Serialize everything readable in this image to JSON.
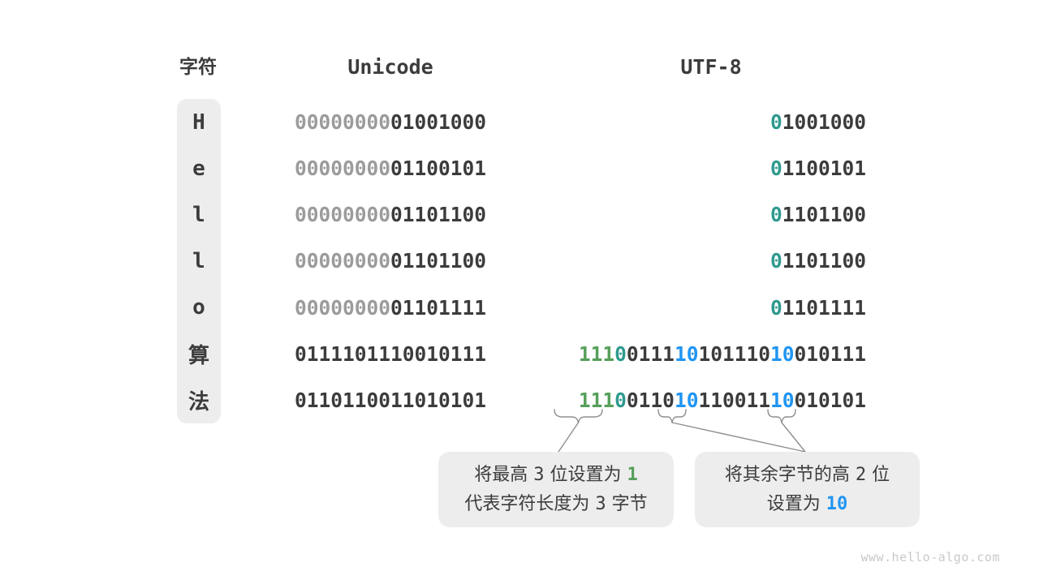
{
  "page": {
    "watermark": "www.hello-algo.com"
  },
  "colors": {
    "dark": "#3c3c3c",
    "muted": "#9b9b9b",
    "green": "#55a05a",
    "teal": "#2f9a8f",
    "blue": "#2095f2",
    "panel": "#ededed",
    "line": "#8f8f8f",
    "watermark": "#c9c9c9"
  },
  "header": {
    "char": "字符",
    "unicode": "Unicode",
    "utf8": "UTF-8"
  },
  "rows": [
    {
      "char": "H",
      "unicode": [
        {
          "t": "00000000",
          "c": "muted"
        },
        {
          "t": "01001000",
          "c": "dark"
        }
      ],
      "utf8": [
        [
          {
            "t": "0",
            "c": "teal"
          },
          {
            "t": "1001000",
            "c": "dark"
          }
        ]
      ]
    },
    {
      "char": "e",
      "unicode": [
        {
          "t": "00000000",
          "c": "muted"
        },
        {
          "t": "01100101",
          "c": "dark"
        }
      ],
      "utf8": [
        [
          {
            "t": "0",
            "c": "teal"
          },
          {
            "t": "1100101",
            "c": "dark"
          }
        ]
      ]
    },
    {
      "char": "l",
      "unicode": [
        {
          "t": "00000000",
          "c": "muted"
        },
        {
          "t": "01101100",
          "c": "dark"
        }
      ],
      "utf8": [
        [
          {
            "t": "0",
            "c": "teal"
          },
          {
            "t": "1101100",
            "c": "dark"
          }
        ]
      ]
    },
    {
      "char": "l",
      "unicode": [
        {
          "t": "00000000",
          "c": "muted"
        },
        {
          "t": "01101100",
          "c": "dark"
        }
      ],
      "utf8": [
        [
          {
            "t": "0",
            "c": "teal"
          },
          {
            "t": "1101100",
            "c": "dark"
          }
        ]
      ]
    },
    {
      "char": "o",
      "unicode": [
        {
          "t": "00000000",
          "c": "muted"
        },
        {
          "t": "01101111",
          "c": "dark"
        }
      ],
      "utf8": [
        [
          {
            "t": "0",
            "c": "teal"
          },
          {
            "t": "1101111",
            "c": "dark"
          }
        ]
      ]
    },
    {
      "char": "算",
      "unicode": [
        {
          "t": "01111011",
          "c": "dark"
        },
        {
          "t": "10010111",
          "c": "dark"
        }
      ],
      "utf8": [
        [
          {
            "t": "111",
            "c": "green"
          },
          {
            "t": "0",
            "c": "teal"
          },
          {
            "t": "0111",
            "c": "dark"
          }
        ],
        [
          {
            "t": "10",
            "c": "blue"
          },
          {
            "t": "101110",
            "c": "dark"
          }
        ],
        [
          {
            "t": "10",
            "c": "blue"
          },
          {
            "t": "010111",
            "c": "dark"
          }
        ]
      ]
    },
    {
      "char": "法",
      "unicode": [
        {
          "t": "01101100",
          "c": "dark"
        },
        {
          "t": "11010101",
          "c": "dark"
        }
      ],
      "utf8": [
        [
          {
            "t": "111",
            "c": "green"
          },
          {
            "t": "0",
            "c": "teal"
          },
          {
            "t": "0110",
            "c": "dark"
          }
        ],
        [
          {
            "t": "10",
            "c": "blue"
          },
          {
            "t": "110011",
            "c": "dark"
          }
        ],
        [
          {
            "t": "10",
            "c": "blue"
          },
          {
            "t": "010101",
            "c": "dark"
          }
        ]
      ]
    }
  ],
  "callouts": [
    {
      "lines": [
        [
          {
            "t": "将最高 "
          },
          {
            "t": "3",
            "mono": true
          },
          {
            "t": " 位设置为 "
          },
          {
            "t": "1",
            "c": "green",
            "mono": true,
            "b": true
          }
        ],
        [
          {
            "t": "代表字符长度为 "
          },
          {
            "t": "3",
            "mono": true
          },
          {
            "t": " 字节"
          }
        ]
      ]
    },
    {
      "lines": [
        [
          {
            "t": "将其余字节的高 "
          },
          {
            "t": "2",
            "mono": true
          },
          {
            "t": " 位"
          }
        ],
        [
          {
            "t": "设置为 "
          },
          {
            "t": "10",
            "c": "blue",
            "mono": true,
            "b": true
          }
        ]
      ]
    }
  ]
}
